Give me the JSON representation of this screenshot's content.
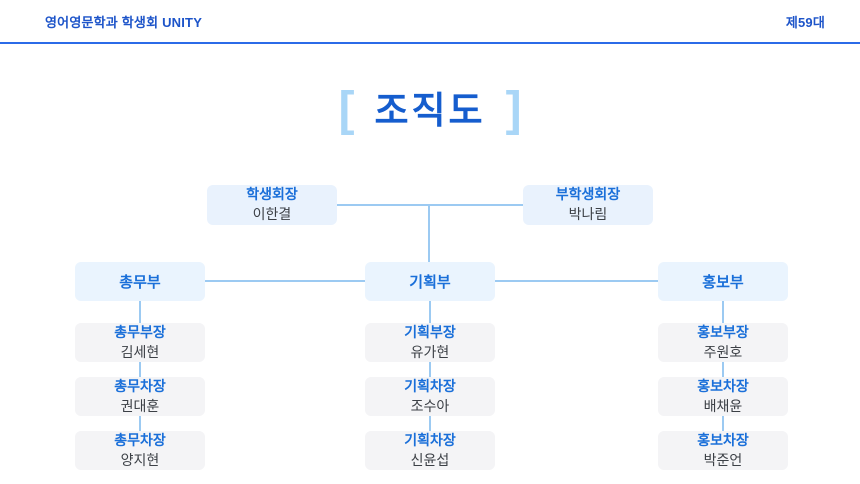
{
  "header": {
    "left": "영어영문학과 학생회 UNITY",
    "right": "제59대"
  },
  "title": {
    "bracket_left": "[",
    "text": "조직도",
    "bracket_right": "]"
  },
  "chart": {
    "president": {
      "title": "학생회장",
      "name": "이한결"
    },
    "vice_president": {
      "title": "부학생회장",
      "name": "박나림"
    },
    "departments": [
      {
        "name": "총무부",
        "members": [
          {
            "title": "총무부장",
            "name": "김세현"
          },
          {
            "title": "총무차장",
            "name": "권대훈"
          },
          {
            "title": "총무차장",
            "name": "양지현"
          }
        ]
      },
      {
        "name": "기획부",
        "members": [
          {
            "title": "기획부장",
            "name": "유가현"
          },
          {
            "title": "기획차장",
            "name": "조수아"
          },
          {
            "title": "기획차장",
            "name": "신윤섭"
          }
        ]
      },
      {
        "name": "홍보부",
        "members": [
          {
            "title": "홍보부장",
            "name": "주원호"
          },
          {
            "title": "홍보차장",
            "name": "배채윤"
          },
          {
            "title": "홍보차장",
            "name": "박준언"
          }
        ]
      }
    ]
  },
  "colors": {
    "header_blue": "#1d54c9",
    "header_rule": "#2b6be8",
    "title_blue": "#155dce",
    "bracket_light_blue": "#a9d6f7",
    "box_title_blue": "#1a6fd9",
    "name_text": "#3c4046",
    "top_box_bg": "#e9f2fd",
    "dept_box_bg": "#eaf4fe",
    "member_box_bg": "#f4f4f6",
    "connector_line": "#9ccaf2"
  }
}
